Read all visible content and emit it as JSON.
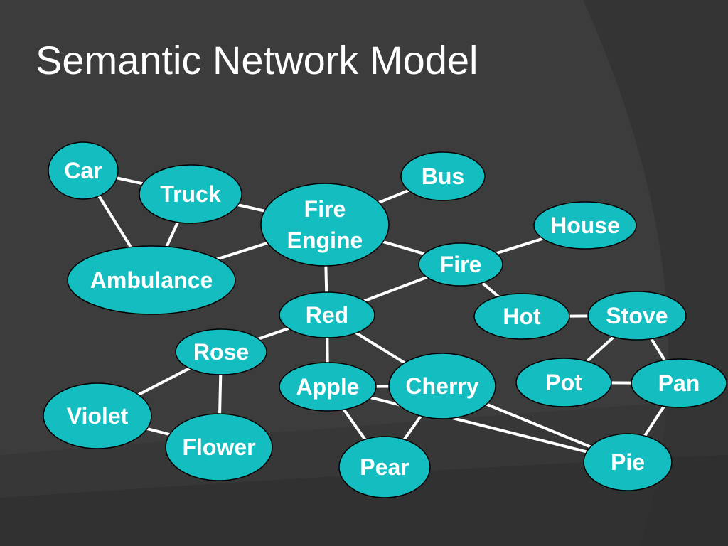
{
  "title": "Semantic Network Model",
  "colors": {
    "background": "#3c3c3c",
    "node_fill": "#14bdbf",
    "node_stroke": "#000000",
    "edge": "#ffffff",
    "text": "#ffffff"
  },
  "nodes": [
    {
      "id": "car",
      "lines": [
        "Car"
      ]
    },
    {
      "id": "truck",
      "lines": [
        "Truck"
      ]
    },
    {
      "id": "fire-engine",
      "lines": [
        "Fire",
        "Engine"
      ]
    },
    {
      "id": "bus",
      "lines": [
        "Bus"
      ]
    },
    {
      "id": "house",
      "lines": [
        "House"
      ]
    },
    {
      "id": "ambulance",
      "lines": [
        "Ambulance"
      ]
    },
    {
      "id": "fire",
      "lines": [
        "Fire"
      ]
    },
    {
      "id": "red",
      "lines": [
        "Red"
      ]
    },
    {
      "id": "hot",
      "lines": [
        "Hot"
      ]
    },
    {
      "id": "stove",
      "lines": [
        "Stove"
      ]
    },
    {
      "id": "rose",
      "lines": [
        "Rose"
      ]
    },
    {
      "id": "apple",
      "lines": [
        "Apple"
      ]
    },
    {
      "id": "cherry",
      "lines": [
        "Cherry"
      ]
    },
    {
      "id": "pot",
      "lines": [
        "Pot"
      ]
    },
    {
      "id": "pan",
      "lines": [
        "Pan"
      ]
    },
    {
      "id": "violet",
      "lines": [
        "Violet"
      ]
    },
    {
      "id": "flower",
      "lines": [
        "Flower"
      ]
    },
    {
      "id": "pear",
      "lines": [
        "Pear"
      ]
    },
    {
      "id": "pie",
      "lines": [
        "Pie"
      ]
    }
  ],
  "edges": [
    [
      "car",
      "truck"
    ],
    [
      "car",
      "ambulance"
    ],
    [
      "truck",
      "ambulance"
    ],
    [
      "truck",
      "fire-engine"
    ],
    [
      "ambulance",
      "fire-engine"
    ],
    [
      "fire-engine",
      "bus"
    ],
    [
      "fire-engine",
      "fire"
    ],
    [
      "fire-engine",
      "red"
    ],
    [
      "fire",
      "house"
    ],
    [
      "fire",
      "red"
    ],
    [
      "fire",
      "hot"
    ],
    [
      "hot",
      "stove"
    ],
    [
      "stove",
      "pot"
    ],
    [
      "stove",
      "pan"
    ],
    [
      "pot",
      "pan"
    ],
    [
      "pan",
      "pie"
    ],
    [
      "red",
      "rose"
    ],
    [
      "red",
      "apple"
    ],
    [
      "red",
      "cherry"
    ],
    [
      "rose",
      "violet"
    ],
    [
      "rose",
      "flower"
    ],
    [
      "violet",
      "flower"
    ],
    [
      "apple",
      "cherry"
    ],
    [
      "apple",
      "pear"
    ],
    [
      "apple",
      "pie"
    ],
    [
      "cherry",
      "pear"
    ],
    [
      "cherry",
      "pie"
    ]
  ]
}
